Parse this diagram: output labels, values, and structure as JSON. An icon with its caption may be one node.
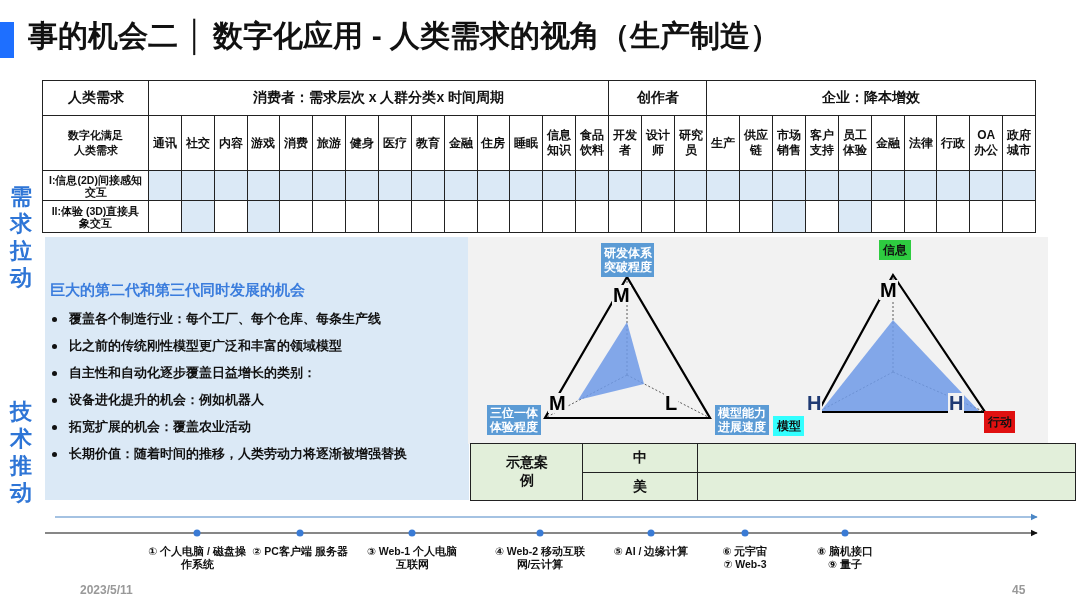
{
  "diagram": {
    "title": "事的机会二 │ 数字化应用 - 人类需求的视角（生产制造）",
    "nodes": [
      {
        "text": [
          "巨大的第二代和第三代同时发展的机会",
          "覆盖各个制造行业：每个工厂、每个仓库、每条生产线",
          "比之前的传统刚性模型更广泛和丰富的领域模型",
          "自主性和自动化逐步覆盖日益增长的类别：",
          "设备进化提升的机会：例如机器人",
          "拓宽扩展的机会：覆盖农业活动",
          "长期价值：随着时间的推移，人类劳动力将逐渐被增强替换"
        ]
      },
      {
        "text": [
          "研发体系突破程度"
        ]
      },
      {
        "text": [
          "三位一体体验程度"
        ]
      },
      {
        "text": [
          "模型能力进展速度"
        ]
      },
      {
        "text": [
          "信息"
        ]
      },
      {
        "text": [
          "模型"
        ]
      },
      {
        "text": [
          "行动"
        ]
      }
    ],
    "labels": [
      "需求拉动",
      "技术推动",
      "人类需求",
      "消费者：需求层次 x 人群分类x 时间周期",
      "创作者",
      "企业：降本增效",
      "数字化满足人类需求",
      "通讯",
      "社交",
      "内容",
      "游戏",
      "消费",
      "旅游",
      "健身",
      "医疗",
      "教育",
      "金融",
      "住房",
      "睡眠",
      "信息知识",
      "食品饮料",
      "开发者",
      "设计师",
      "研究员",
      "生产",
      "供应链",
      "市场销售",
      "客户支持",
      "员工体验",
      "金融",
      "法律",
      "行政",
      "OA办公",
      "政府城市",
      "I:信息(2D)间接感知交互",
      "II:体验 (3D)直接具象交互",
      "M",
      "M",
      "L",
      "M",
      "H",
      "H",
      "示意案例",
      "中",
      "美",
      "① 个人电脑 / 磁盘操作系统",
      "② PC客户端 服务器",
      "③ Web-1 个人电脑互联网",
      "④ Web-2 移动互联网/云计算",
      "⑤ AI / 边缘计算",
      "⑥ 元宇宙",
      "⑦ Web-3",
      "⑧ 脑机接口",
      "⑨ 量子",
      "2023/5/11",
      "45"
    ]
  }
}
